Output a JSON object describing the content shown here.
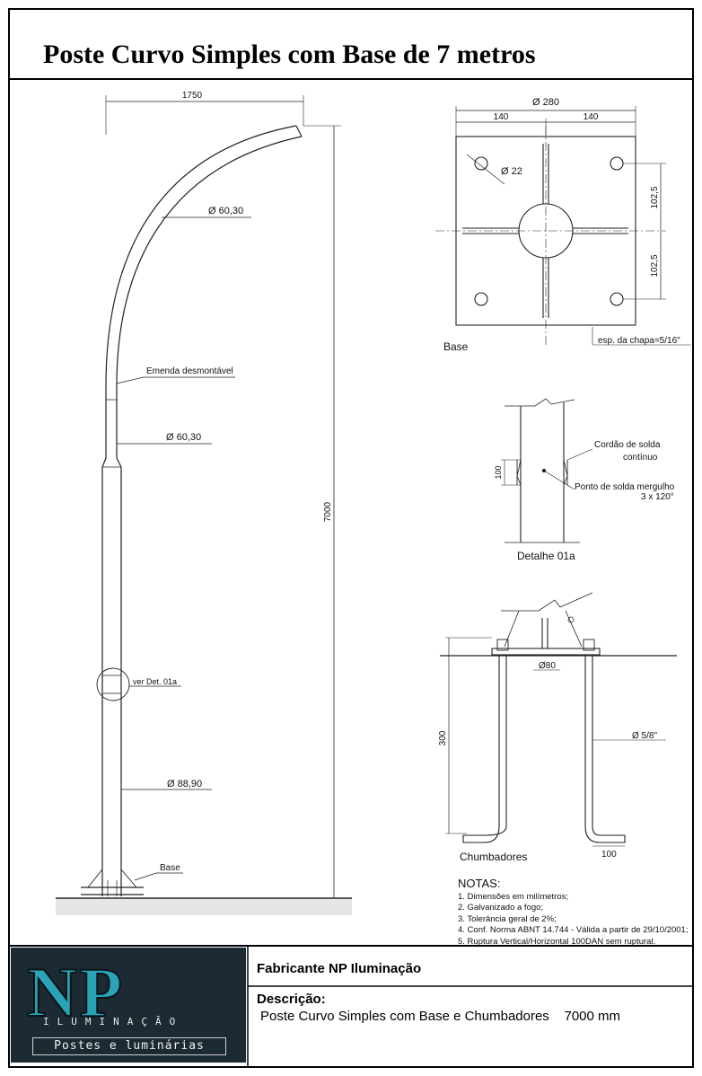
{
  "title": "Poste Curvo Simples com Base  de 7 metros",
  "pole": {
    "width_dim": "1750",
    "top_diameter": "Ø 60,30",
    "joint_label": "Emenda desmontável",
    "mid_diameter": "Ø 60,30",
    "height_dim": "7000",
    "detail_ref": "ver Det. 01a",
    "bottom_diameter": "Ø 88,90",
    "base_label": "Base"
  },
  "base_plate": {
    "diameter": "Ø 280",
    "half_left": "140",
    "half_right": "140",
    "hole": "Ø 22",
    "offset_top": "102,5",
    "offset_bottom": "102,5",
    "label": "Base",
    "thickness": "esp. da chapa=5/16\""
  },
  "detail": {
    "weld_bead_1": "Cordão de solda",
    "weld_bead_2": "contínuo",
    "height": "100",
    "plug_weld_1": "Ponto de solda mergulho",
    "plug_weld_2": "3 x 120°",
    "label": "Detalhe 01a"
  },
  "anchors": {
    "width": "Ø80",
    "depth": "300",
    "rod_diameter": "Ø 5/8\"",
    "hook": "100",
    "label": "Chumbadores"
  },
  "notes": {
    "title": "NOTAS:",
    "items": [
      "1. Dimensões em milímetros;",
      "2. Galvanizado a fogo;",
      "3. Tolerância geral de 2%;",
      "4. Conf. Norma ABNT 14.744 - Válida a partir de 29/10/2001;",
      "5. Ruptura Vertical/Horizontal 100DAN sem ruptural."
    ]
  },
  "footer": {
    "logo_main": "NP",
    "logo_sub": "ILUMINAÇÃO",
    "logo_tag": "Postes e luminárias",
    "manufacturer": "Fabricante NP Iluminação",
    "desc_title": "Descrição:",
    "desc_text": "Poste Curvo Simples com Base e Chumbadores    7000 mm"
  }
}
